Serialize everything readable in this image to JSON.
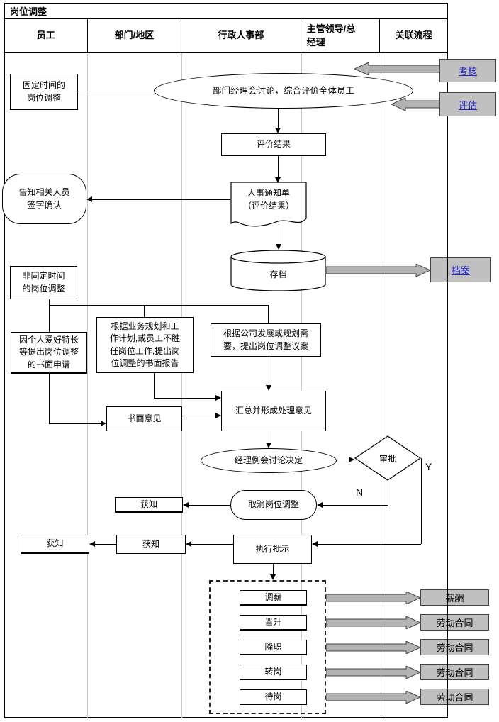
{
  "page_title": "岗位调整",
  "table": {
    "title": "岗位调整",
    "columns": [
      "员工",
      "部门/地区",
      "行政人事部",
      "主管领导/总\n经理",
      "关联流程"
    ]
  },
  "flow": {
    "fixed_time": "固定时间的\n岗位调整",
    "discuss_all": "部门经理会讨论，综合评价全体员工",
    "eval_result": "评价结果",
    "hr_notice": "人事通知单\n（评价结果）",
    "notify_sign": "告知相关人员\n签字确认",
    "archive_store": "存档",
    "nonfixed_time": "非固定时间\n的岗位调整",
    "personal_apply": "因个人爱好特长\n等提出岗位调整\n的书面申请",
    "business_report": "根据业务规划和工\n作计划,或员工不胜\n任岗位工作,提出岗\n位调整的书面报告",
    "company_proposal": "根据公司发展或规划需\n要，提出岗位调整议案",
    "written_opinion": "书面意见",
    "summarize": "汇总并形成处理意见",
    "meeting_decide": "经理例会讨论决定",
    "approval": "审批",
    "approve_yes": "Y",
    "approve_no": "N",
    "cancel_adjust": "取消岗位调整",
    "execute_order": "执行批示",
    "informed": "获知",
    "actions": [
      "调薪",
      "晋升",
      "降职",
      "转岗",
      "待岗"
    ]
  },
  "related": {
    "assessment": "考核",
    "evaluation": "评估",
    "archive": "档案",
    "salary": "薪酬",
    "labor_contract": "劳动合同"
  },
  "colors": {
    "link_text": "#2222cc",
    "related_box_fill": "#c0c0c0",
    "fat_arrow_fill": "#b3b3b3",
    "column_line": "#c9c9c9",
    "line": "#000000"
  }
}
